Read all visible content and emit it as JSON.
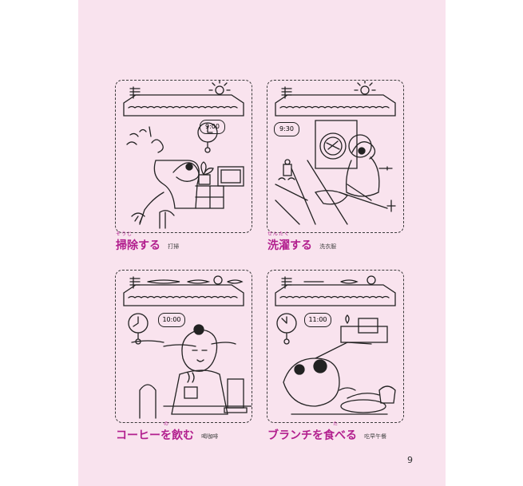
{
  "page_number": "9",
  "panels": [
    {
      "furigana": "そうじ",
      "title": "掃除する",
      "chinese": "打掃",
      "clock_label": "9:00"
    },
    {
      "furigana": "せんたく",
      "title": "洗濯する",
      "chinese": "洗衣服",
      "clock_label": "9:30"
    },
    {
      "furigana": "の",
      "title": "コーヒーを飲む",
      "chinese": "喝咖啡",
      "clock_label": "10:00"
    },
    {
      "furigana": "た",
      "title": "ブランチを食べる",
      "chinese": "吃早午餐",
      "clock_label": "11:00"
    }
  ]
}
